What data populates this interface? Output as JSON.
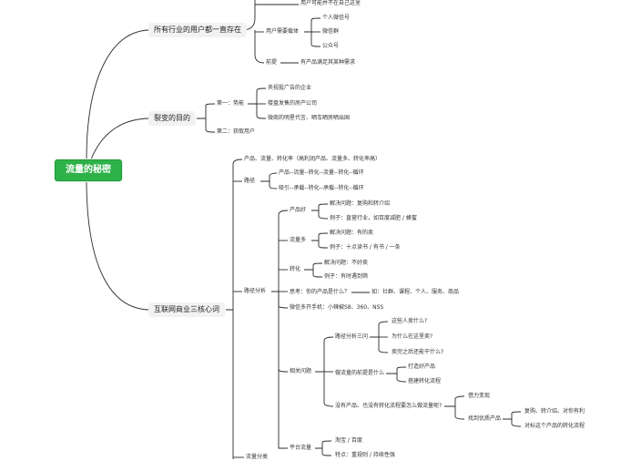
{
  "root": "流量的秘密",
  "branches": {
    "b1": {
      "label": "所有行业的用户都一直存在",
      "partial": "用户可能并不在自己这里",
      "carrier": "用户需要载体",
      "carrier_items": [
        "个人微信号",
        "微信群",
        "公众号"
      ],
      "premise": "前提",
      "premise_text": "有产品满足其某种需求"
    },
    "b2": {
      "label": "裂变的目的",
      "first": "第一：势能",
      "first_items": [
        "央视投广告的企业",
        "楼盘发售的房产公司",
        "微商的明星代言、晒车晒房晒出国"
      ],
      "second": "第二：获取用户"
    },
    "b3": {
      "label": "互联网商业三核心词",
      "core": "产品、流量、转化率（高利润产品、流量多、转化率高）",
      "path": "路径",
      "path_items": [
        "产品--流量--转化--流量--转化--循环",
        "吸引--承载--转化--承载--转化--循环"
      ],
      "analysis": "路径分析",
      "good_product": "产品好",
      "good_product_items": [
        "解决问题：复购和转介绍",
        "例子：直营行业，如百度减肥 / 蜂蜜"
      ],
      "more_traffic": "流量多",
      "more_traffic_items": [
        "解决问题：有的卖",
        "例子：十点读书 / 有书 / 一条"
      ],
      "conversion": "转化",
      "conversion_items": [
        "解决问题：不好卖",
        "例子：有时遇到筛"
      ],
      "think": "思考：你的产品是什么？",
      "think_text": "如：社群、课程、个人、服务、商品",
      "wechat": "微信多开手机：小辣椒S8、360、NSS",
      "related": "相关问题",
      "path3": "路径分析三问",
      "path3_items": [
        "这些人卖什么?",
        "为什么在这里卖?",
        "卖完之后还能干什么?"
      ],
      "premise": "做流量的前提是什么",
      "premise_items": [
        "打造好产品",
        "搭建转化流程"
      ],
      "noproduct": "没有产品、也没有转化流程要怎么做流量呢?",
      "borrow": "借力变现",
      "find": "找到优质产品",
      "find_items": [
        "复购、转介绍、对你有利",
        "对标这个产品的转化流程"
      ],
      "platform": "平台流量",
      "platform_items": [
        "淘宝 / 百度",
        "特点：重规则 / 持续性强"
      ],
      "traffic_short": "流量分类"
    }
  }
}
